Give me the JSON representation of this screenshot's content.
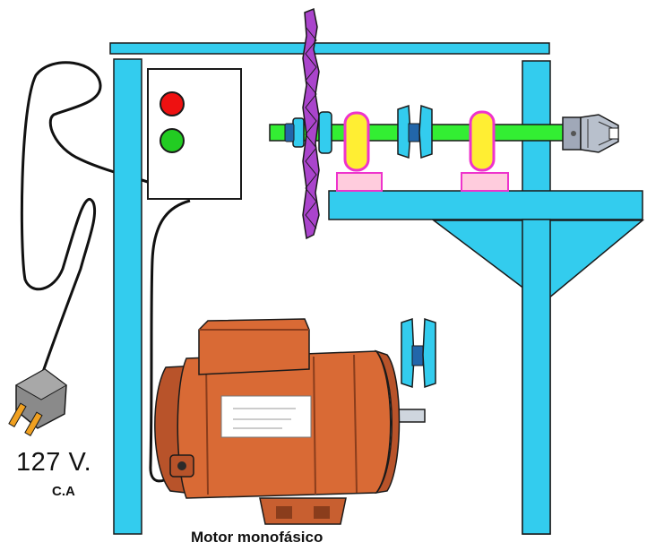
{
  "labels": {
    "voltage": "127 V.",
    "current_type": "C.A",
    "motor": "Motor monofásico"
  },
  "colors": {
    "frame": "#33ccee",
    "frame_outline": "#1a1a1a",
    "shaft": "#33ee33",
    "chain": "#aa44cc",
    "bearing_body": "#ffee33",
    "bearing_ring": "#ee33cc",
    "bearing_base": "#ffccdd",
    "light_red": "#ee1111",
    "light_green": "#22cc22",
    "motor": "#d96a35",
    "motor_dark": "#b8532a",
    "chuck": "#a0a8b8",
    "plug": "#8a8a8a",
    "plug_pins": "#f0a020",
    "cable": "#111111"
  },
  "icons": {
    "plug": "power-plug-icon",
    "motor": "electric-motor-icon",
    "switch_box": "control-box-icon"
  }
}
